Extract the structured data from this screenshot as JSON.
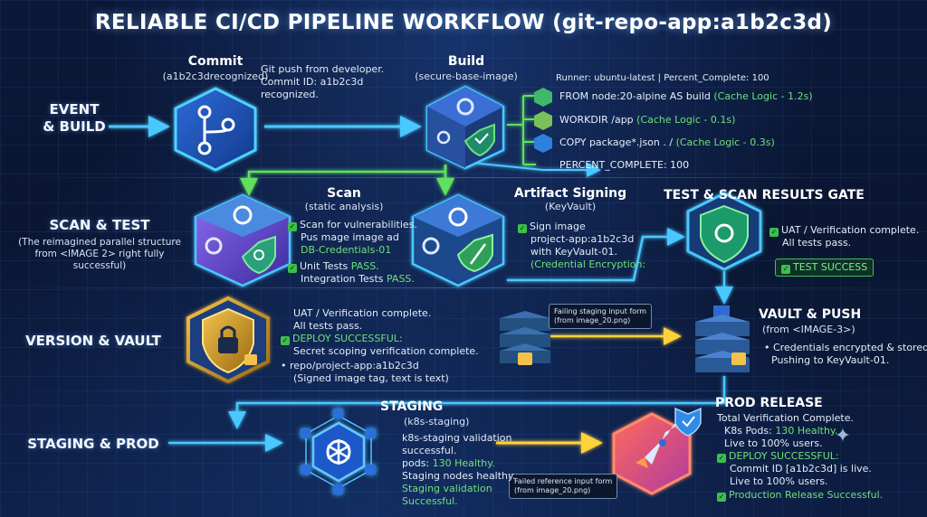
{
  "title": "RELIABLE CI/CD PIPELINE WORKFLOW (git-repo-app:a1b2c3d)",
  "rows": {
    "event_build": "EVENT\n& BUILD",
    "scan_test": "SCAN & TEST",
    "scan_test_sub": "(The reimagined parallel structure from <IMAGE 2> right fully successful)",
    "version_vault": "VERSION & VAULT",
    "staging_prod": "STAGING & PROD"
  },
  "commit": {
    "title": "Commit",
    "subtitle": "(a1b2c3drecognized)",
    "desc": [
      "Git push from developer.",
      "Commit ID: a1b2c3d",
      "recognized."
    ]
  },
  "build": {
    "title": "Build",
    "subtitle": "(secure-base-image)",
    "runner": "Runner: ubuntu-latest | Percent_Complete: 100",
    "steps": [
      {
        "text": "FROM node:20-alpine AS build ",
        "cache": "(Cache Logic - 1.2s)"
      },
      {
        "text": "WORKDIR /app ",
        "cache": "(Cache Logic - 0.1s)"
      },
      {
        "text": "COPY package*.json . / ",
        "cache": "(Cache Logic - 0.3s)"
      }
    ],
    "percent_line": "PERCENT_COMPLETE: 100"
  },
  "scan": {
    "title": "Scan",
    "subtitle": "(static analysis)",
    "lines": [
      {
        "check": true,
        "text": "Scan for vulnerabilities."
      },
      {
        "check": false,
        "text": "Pus mage image ad"
      },
      {
        "check": false,
        "text": "DB-Credentials-01",
        "green": true
      },
      {
        "check": true,
        "text": "Unit Tests ",
        "green_tail": "PASS."
      },
      {
        "check": false,
        "text": "Integration Tests ",
        "green_tail": "PASS."
      }
    ]
  },
  "signing": {
    "title": "Artifact Signing",
    "subtitle": "(KeyVault)",
    "lines": [
      {
        "check": true,
        "text": "Sign image"
      },
      {
        "check": false,
        "text": "project-app:a1b2c3d"
      },
      {
        "check": false,
        "text": "with KeyVault-01."
      },
      {
        "check": false,
        "text": "(Credential Encryption:",
        "green": true
      }
    ]
  },
  "gate": {
    "title": "TEST & SCAN RESULTS GATE",
    "lines": [
      "UAT / Verification complete.",
      "All tests pass."
    ],
    "badge": "TEST SUCCESS"
  },
  "version": {
    "lines": [
      {
        "check": false,
        "text": "UAT / Verification complete."
      },
      {
        "check": false,
        "text": "All tests pass."
      },
      {
        "check": true,
        "text": "DEPLOY SUCCESSFUL:",
        "green": true
      },
      {
        "check": false,
        "text": "Secret scoping verification complete."
      },
      {
        "check": false,
        "text": "repo/project-app:a1b2c3d"
      },
      {
        "check": false,
        "text": "(Signed image tag, text is text)"
      }
    ]
  },
  "notes": {
    "staging_input": "Failing staging input form\n(from image_20.png)",
    "reference_input": "Failed reference input form\n(from image_20.png)"
  },
  "vault": {
    "title": "VAULT & PUSH",
    "subtitle": "(from <IMAGE-3>)",
    "lines": [
      "Credentials encrypted & stored.",
      "Pushing to KeyVault-01."
    ]
  },
  "staging": {
    "title": "STAGING",
    "subtitle": "(k8s-staging)",
    "lines": [
      {
        "text": "k8s-staging validation"
      },
      {
        "text": "successful."
      },
      {
        "text": "pods: ",
        "green_tail": "130 Healthy."
      },
      {
        "text": "Staging nodes healthy."
      },
      {
        "text": "Staging validation",
        "green": true
      },
      {
        "text": "Successful.",
        "green": true
      }
    ]
  },
  "prod": {
    "title": "PROD RELEASE",
    "lines": [
      {
        "check": false,
        "text": "Total Verification Complete."
      },
      {
        "check": false,
        "text": "K8s Pods: ",
        "green_tail": "130 Healthy."
      },
      {
        "check": false,
        "text": "Live to 100% users."
      },
      {
        "check": true,
        "text": "DEPLOY SUCCESSFUL:",
        "green": true
      },
      {
        "check": false,
        "text": "Commit ID [a1b2c3d] is live."
      },
      {
        "check": false,
        "text": "Live to 100% users."
      },
      {
        "check": true,
        "text": "Production Release Successful.",
        "green": true
      }
    ]
  },
  "icons": {
    "commit": "git-branch-icon",
    "build": "gear-shield-cube-icon",
    "scan": "gear-magnifier-cube-icon",
    "signing": "gear-pen-cube-icon",
    "gate": "gear-shield-icon",
    "version": "shield-lock-icon",
    "vault": "server-lock-icon",
    "staging": "kubernetes-helm-icon",
    "prod": "rocket-icon"
  },
  "colors": {
    "accent": "#39c6ff",
    "success": "#6fe07a",
    "arrow_green": "#5fe05f",
    "arrow_yellow": "#ffd23a"
  }
}
